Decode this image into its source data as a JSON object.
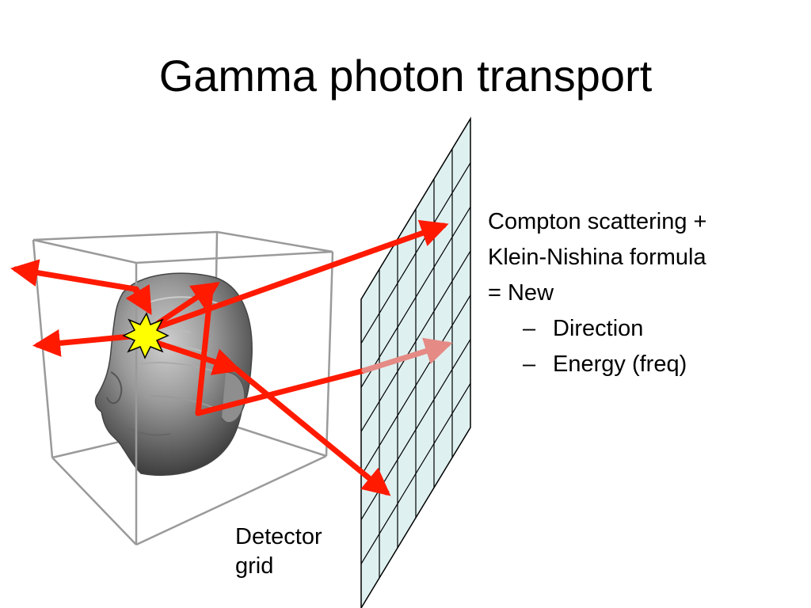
{
  "title": "Gamma photon transport",
  "bullets": {
    "line1": "Compton scattering +",
    "line2": "Klein-Nishina formula",
    "line3": "= New",
    "sub": [
      {
        "dash": "–",
        "text": "Direction"
      },
      {
        "dash": "–",
        "text": "Energy (freq)"
      }
    ]
  },
  "caption": {
    "line1": "Detector",
    "line2": "grid"
  },
  "colors": {
    "arrow": "#ff1a00",
    "detector_fill": "#dff0f0",
    "emission_point": "#ffff00",
    "box_edges": "#9a9a9a"
  },
  "icons": {
    "head": "head-volume-rendering",
    "emission": "starburst-emission-point"
  }
}
